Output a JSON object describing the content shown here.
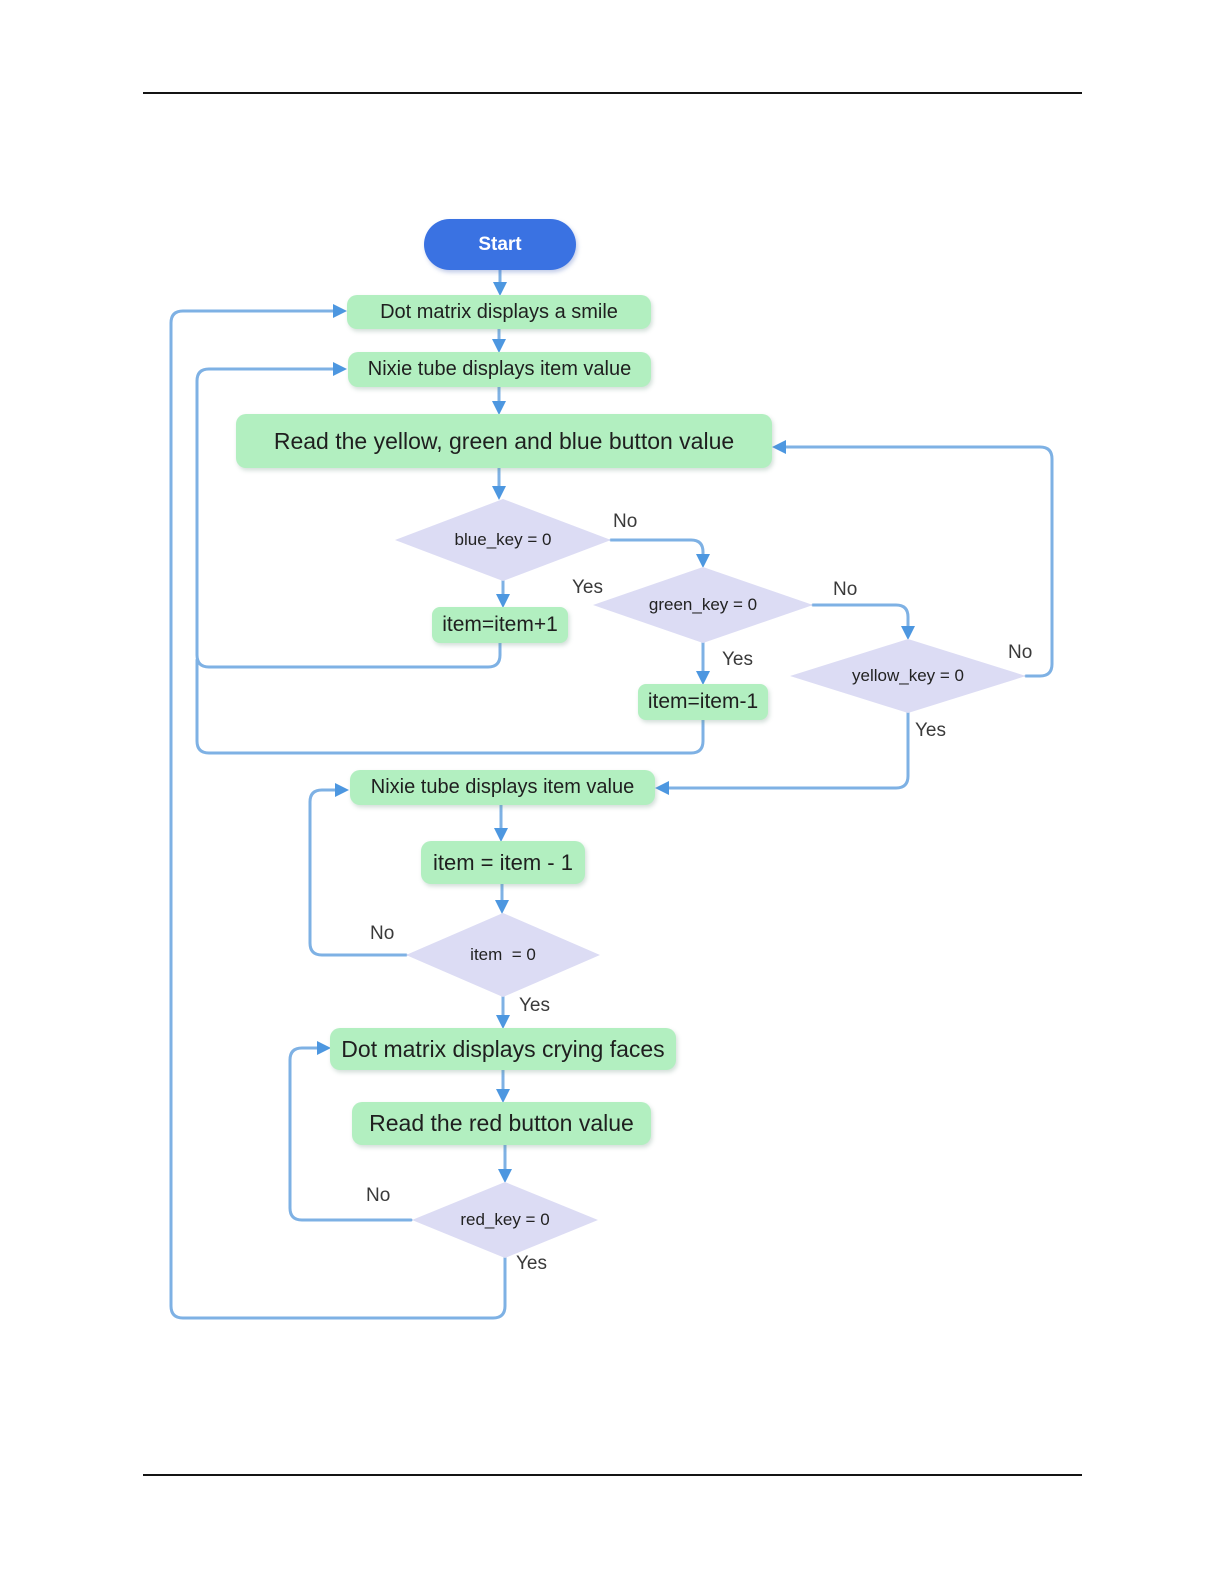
{
  "flowchart": {
    "nodes": {
      "start": {
        "label": "Start"
      },
      "smile": {
        "label": "Dot matrix displays a smile"
      },
      "nixie1": {
        "label": "Nixie tube displays item value"
      },
      "read_ygb": {
        "label": "Read the yellow, green and blue button value"
      },
      "blue_key": {
        "label": "blue_key = 0"
      },
      "item_plus": {
        "label": "item=item+1"
      },
      "green_key": {
        "label": "green_key = 0"
      },
      "item_minus": {
        "label": "item=item-1"
      },
      "yellow_key": {
        "label": "yellow_key = 0"
      },
      "nixie2": {
        "label": "Nixie tube displays item value"
      },
      "item_dec": {
        "label": "item = item - 1"
      },
      "item_zero": {
        "label": "item  = 0"
      },
      "crying": {
        "label": "Dot matrix displays crying faces"
      },
      "read_red": {
        "label": "Read the red button value"
      },
      "red_key": {
        "label": "red_key = 0"
      }
    },
    "edge_labels": {
      "blue_no": "No",
      "blue_yes": "Yes",
      "green_no": "No",
      "green_yes": "Yes",
      "yellow_no": "No",
      "yellow_yes": "Yes",
      "item_no": "No",
      "item_yes": "Yes",
      "red_no": "No",
      "red_yes": "Yes"
    },
    "colors": {
      "process_fill": "#b2efc0",
      "decision_fill": "#dcdcf4",
      "start_fill": "#3a72e2",
      "line": "#7eb1e4",
      "arrowhead": "#4d97e0"
    }
  }
}
